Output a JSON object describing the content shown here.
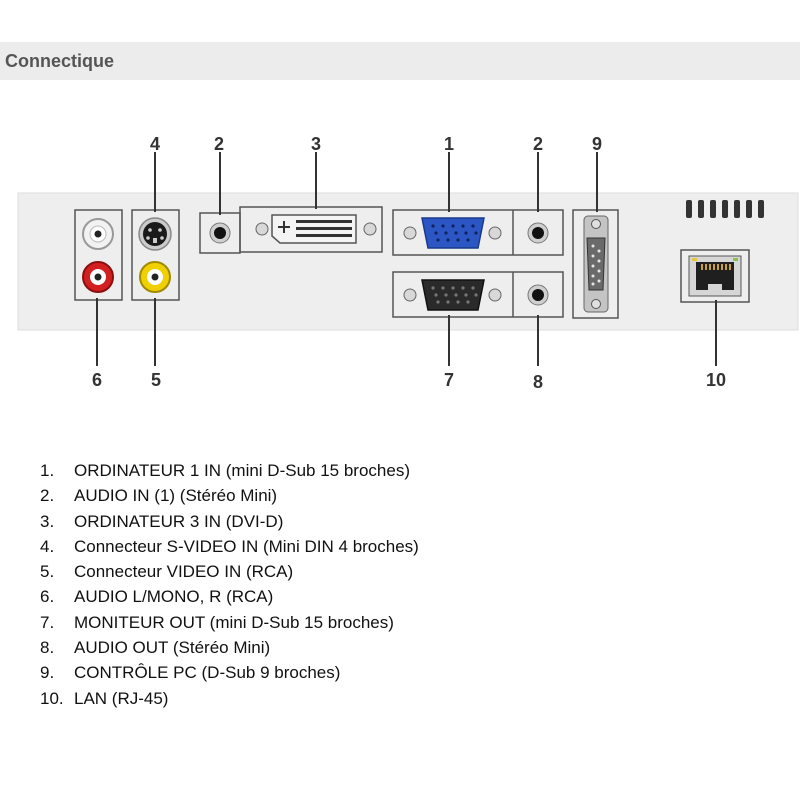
{
  "header": {
    "title": "Connectique"
  },
  "callouts": {
    "c4": "4",
    "c2a": "2",
    "c3": "3",
    "c1": "1",
    "c2b": "2",
    "c9": "9",
    "c6": "6",
    "c5": "5",
    "c7": "7",
    "c8": "8",
    "c10": "10"
  },
  "legend": [
    {
      "num": "1.",
      "text": "ORDINATEUR 1 IN (mini D-Sub 15 broches)"
    },
    {
      "num": "2.",
      "text": "AUDIO IN (1) (Stéréo Mini)"
    },
    {
      "num": "3.",
      "text": "ORDINATEUR 3 IN (DVI-D)"
    },
    {
      "num": "4.",
      "text": "Connecteur S-VIDEO IN (Mini DIN 4 broches)"
    },
    {
      "num": "5.",
      "text": "Connecteur VIDEO IN (RCA)"
    },
    {
      "num": "6.",
      "text": "AUDIO L/MONO, R (RCA)"
    },
    {
      "num": "7.",
      "text": "MONITEUR OUT (mini D-Sub 15 broches)"
    },
    {
      "num": "8.",
      "text": "AUDIO OUT (Stéréo Mini)"
    },
    {
      "num": "9.",
      "text": "CONTRÔLE PC (D-Sub 9 broches)"
    },
    {
      "num": "10.",
      "text": "LAN (RJ-45)"
    }
  ],
  "colors": {
    "panel": "#eeeeee",
    "vga_blue": "#2b56c4",
    "rca_white": "#f2f2f2",
    "rca_red": "#d21f1f",
    "rca_yellow": "#f0d000",
    "frame": "#555555"
  },
  "icons": [
    "rca-white-jack-icon",
    "rca-red-jack-icon",
    "svideo-jack-icon",
    "rca-yellow-jack-icon",
    "minijack-icon",
    "dvi-port-icon",
    "vga-port-icon",
    "db9-port-icon",
    "rj45-port-icon",
    "vent-icon"
  ]
}
